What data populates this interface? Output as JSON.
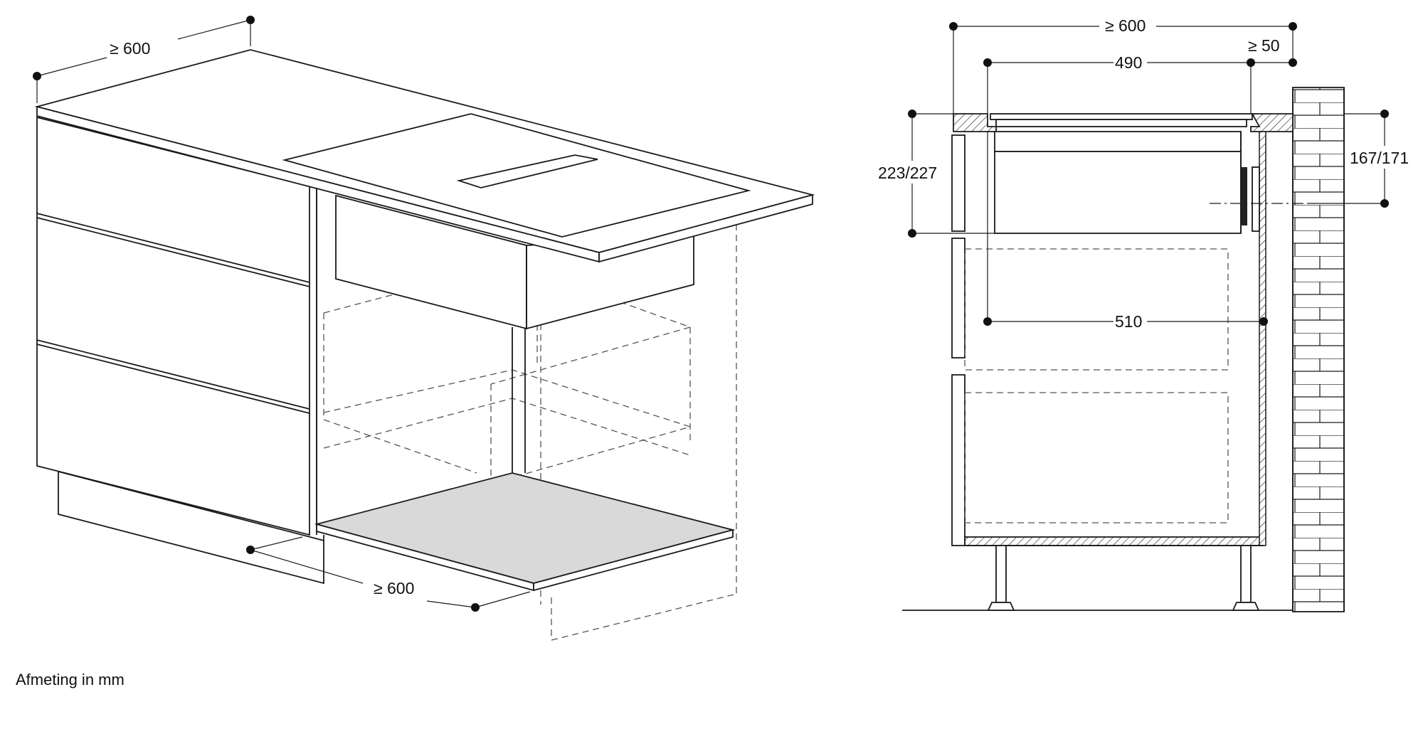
{
  "perspective_view": {
    "dim_width": "≥ 600",
    "dim_depth": "≥ 600"
  },
  "section_view": {
    "dim_min_width": "≥ 600",
    "dim_wall_gap": "≥ 50",
    "dim_appliance_width": "490",
    "dim_height": "223/227",
    "dim_axis_height": "167/171",
    "dim_depth_510": "510"
  },
  "caption": "Afmeting in mm"
}
